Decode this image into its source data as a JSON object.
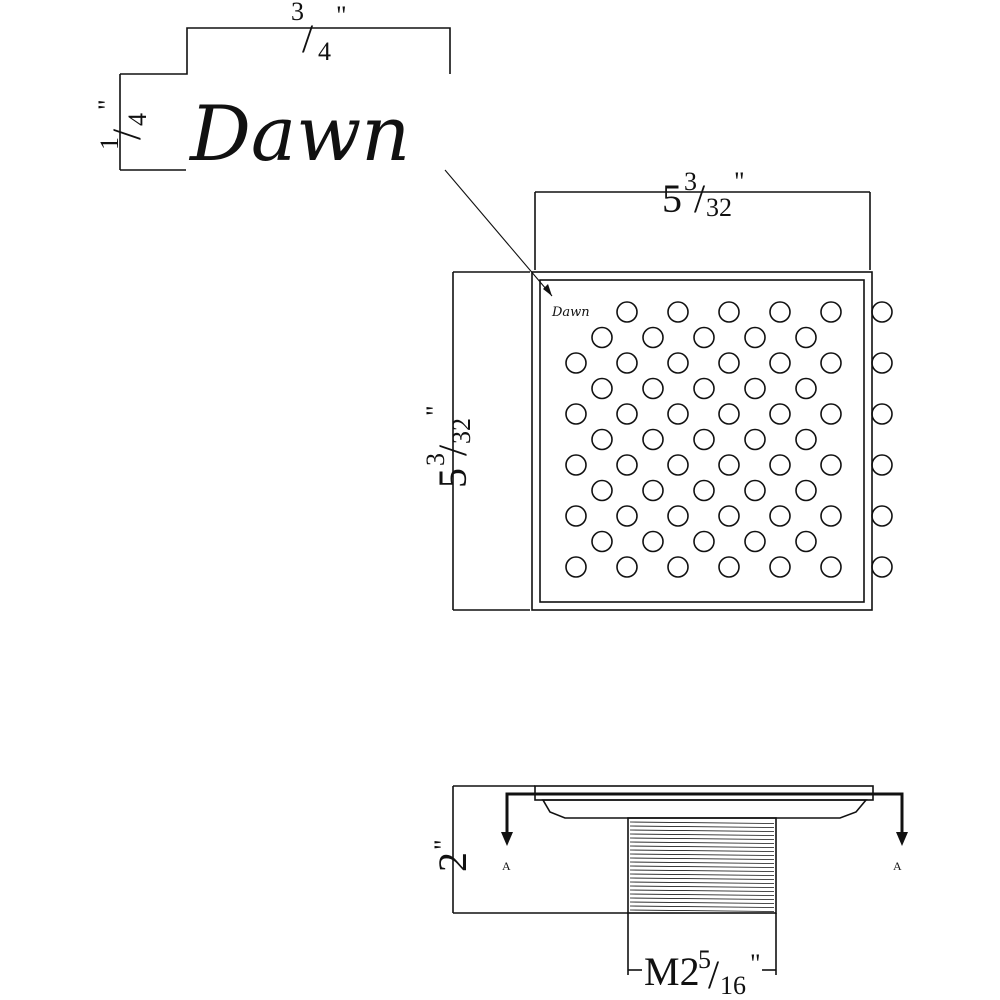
{
  "logo": {
    "text": "Dawn",
    "width_dim": {
      "whole": "",
      "num": "3",
      "den": "4",
      "unit": "\""
    },
    "height_dim": {
      "whole": "",
      "num": "1",
      "den": "4",
      "unit": "\""
    }
  },
  "grate": {
    "logo_text": "Dawn",
    "width_dim": {
      "whole": "5",
      "num": "3",
      "den": "32",
      "unit": "\""
    },
    "height_dim": {
      "whole": "5",
      "num": "3",
      "den": "32",
      "unit": "\""
    },
    "hole_rows": [
      {
        "cols": [
          0,
          1,
          2,
          3,
          4,
          5
        ],
        "offset": "B"
      },
      {
        "cols": [
          0,
          1,
          2,
          3,
          4
        ],
        "offset": "A"
      },
      {
        "cols": [
          0,
          1,
          2,
          3,
          4,
          5,
          6
        ],
        "offset": "C"
      },
      {
        "cols": [
          0,
          1,
          2,
          3,
          4
        ],
        "offset": "A"
      },
      {
        "cols": [
          0,
          1,
          2,
          3,
          4,
          5,
          6
        ],
        "offset": "C"
      },
      {
        "cols": [
          0,
          1,
          2,
          3,
          4
        ],
        "offset": "A"
      },
      {
        "cols": [
          0,
          1,
          2,
          3,
          4,
          5,
          6
        ],
        "offset": "C"
      },
      {
        "cols": [
          0,
          1,
          2,
          3,
          4
        ],
        "offset": "A"
      },
      {
        "cols": [
          0,
          1,
          2,
          3,
          4,
          5,
          6
        ],
        "offset": "C"
      },
      {
        "cols": [
          0,
          1,
          2,
          3,
          4
        ],
        "offset": "A"
      },
      {
        "cols": [
          0,
          1,
          2,
          3,
          4,
          5,
          6
        ],
        "offset": "C"
      }
    ]
  },
  "section": {
    "height_dim": {
      "whole": "2",
      "num": "",
      "den": "",
      "unit": "\""
    },
    "thread_dim": {
      "prefix": "M2",
      "num": "5",
      "den": "16",
      "unit": "\""
    },
    "section_marker_left": "A",
    "section_marker_right": "A"
  }
}
